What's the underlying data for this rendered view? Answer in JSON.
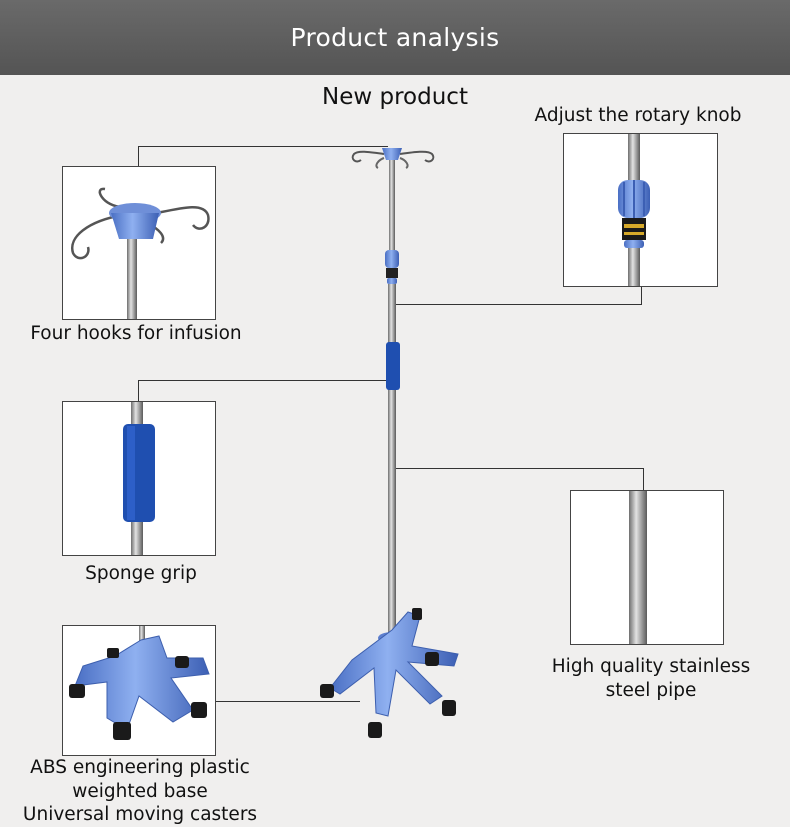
{
  "header": {
    "title": "Product analysis"
  },
  "subtitle": "New product",
  "callouts": {
    "hooks": "Four hooks for infusion",
    "knob": "Adjust the rotary knob",
    "grip": "Sponge grip",
    "pipe_line1": "High quality stainless",
    "pipe_line2": "steel pipe",
    "base_line1": "ABS engineering plastic",
    "base_line2": "weighted base",
    "base_line3": "Universal moving casters"
  },
  "colors": {
    "banner": "#5e5e5e",
    "background": "#f0efee",
    "plastic_blue": "#6f8fd8",
    "foam_blue": "#1f4fb0",
    "steel": "#a8a8a8"
  }
}
